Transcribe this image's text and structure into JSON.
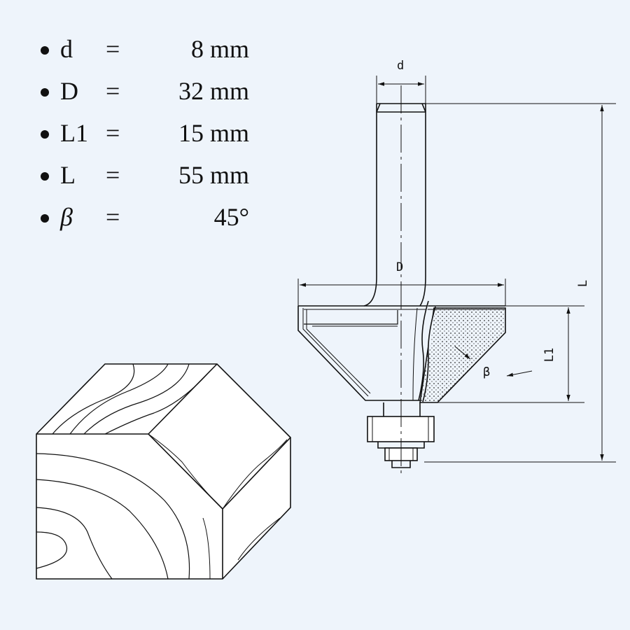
{
  "specs": [
    {
      "symbol": "d",
      "eq": "=",
      "value": "8 mm"
    },
    {
      "symbol": "D",
      "eq": "=",
      "value": "32 mm"
    },
    {
      "symbol": "L1",
      "eq": "=",
      "value": "15 mm"
    },
    {
      "symbol": "L",
      "eq": "=",
      "value": "55 mm"
    },
    {
      "symbol": "β",
      "eq": "=",
      "value": "45°"
    }
  ],
  "labels": {
    "d": "d",
    "D": "D",
    "L": "L",
    "L1": "L1",
    "beta": "β"
  },
  "colors": {
    "background": "#eef4fb",
    "line": "#111111"
  }
}
